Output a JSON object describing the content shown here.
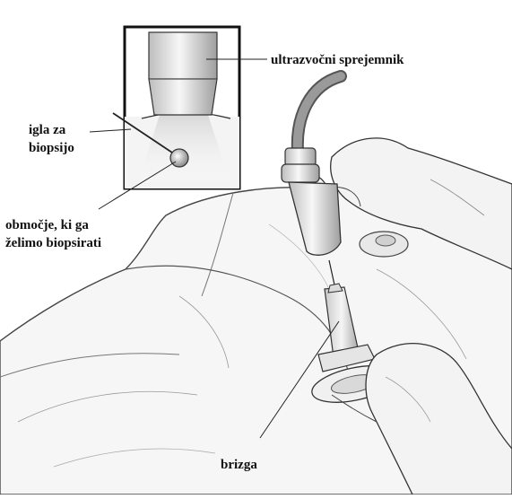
{
  "labels": {
    "transducer": "ultrazvočni sprejemnik",
    "needle_line1": "igla za",
    "needle_line2": "biopsijo",
    "area_line1": "območje, ki ga",
    "area_line2": "želimo biopsirati",
    "syringe": "brizga"
  },
  "colors": {
    "line": "#222222",
    "shade": "#d6d6d6",
    "glove": "#f2f2f2",
    "skin": "#f4f4f4",
    "background": "#ffffff"
  }
}
